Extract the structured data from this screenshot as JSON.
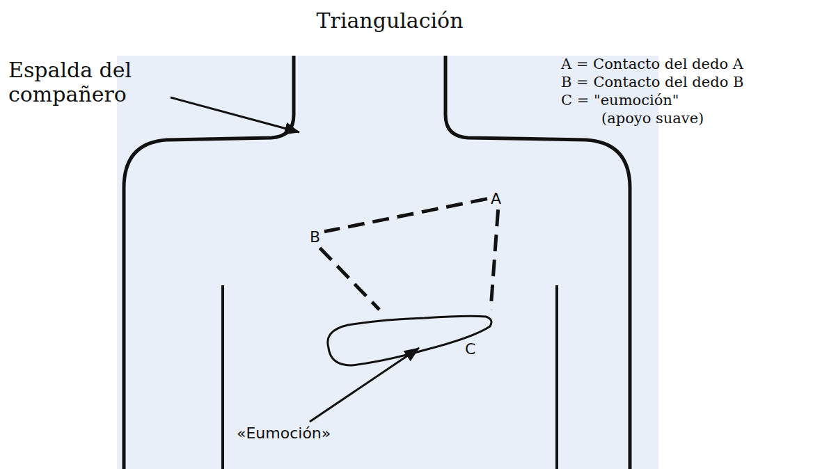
{
  "diagram": {
    "title": "Triangulación",
    "nodes": [
      {
        "text": [
          "A"
        ]
      },
      {
        "text": [
          "B"
        ]
      },
      {
        "text": [
          "C"
        ]
      }
    ],
    "edges": [
      {
        "from": 0,
        "to": 1,
        "arrow": "none"
      },
      {
        "from": 1,
        "to": 2,
        "arrow": "none"
      },
      {
        "from": 0,
        "to": 2,
        "arrow": "none"
      }
    ],
    "labels": [
      "Espalda del compañero",
      "A = Contacto del dedo A",
      "B = Contacto del dedo B",
      "C = \"eumoción\"",
      "(apoyo suave)",
      "«Eumoción»"
    ]
  }
}
